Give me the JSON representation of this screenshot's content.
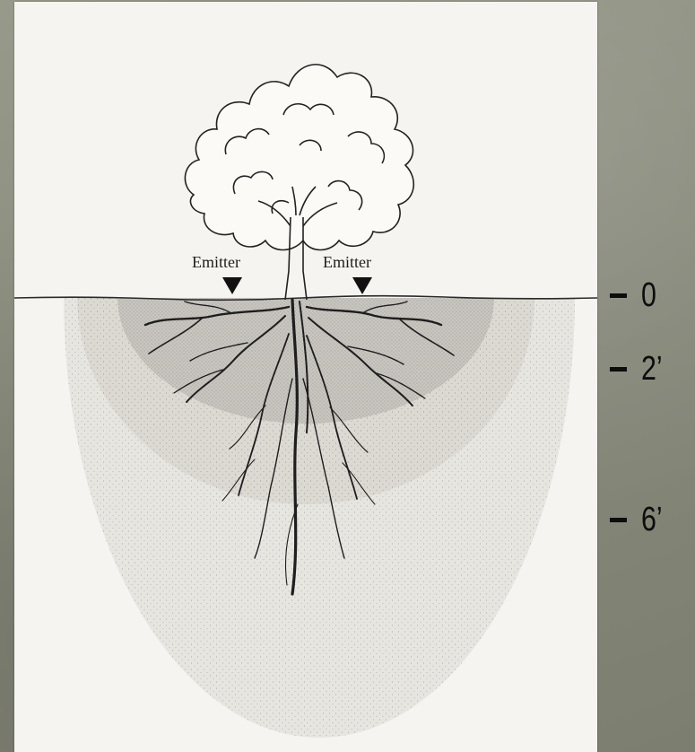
{
  "figure": {
    "emitters": [
      {
        "label": "Emitter"
      },
      {
        "label": "Emitter"
      }
    ]
  },
  "depth_scale": {
    "marks": [
      {
        "label": "0",
        "depth_ft": 0
      },
      {
        "label": "2’",
        "depth_ft": 2
      },
      {
        "label": "6’",
        "depth_ft": 6
      }
    ]
  },
  "colors": {
    "backdrop": "#8c8e7e",
    "paper": "#f5f4f0",
    "ink": "#1a1a1a",
    "wetted_zone": "#c9c6c0",
    "deep_zone": "#e6e4df"
  }
}
